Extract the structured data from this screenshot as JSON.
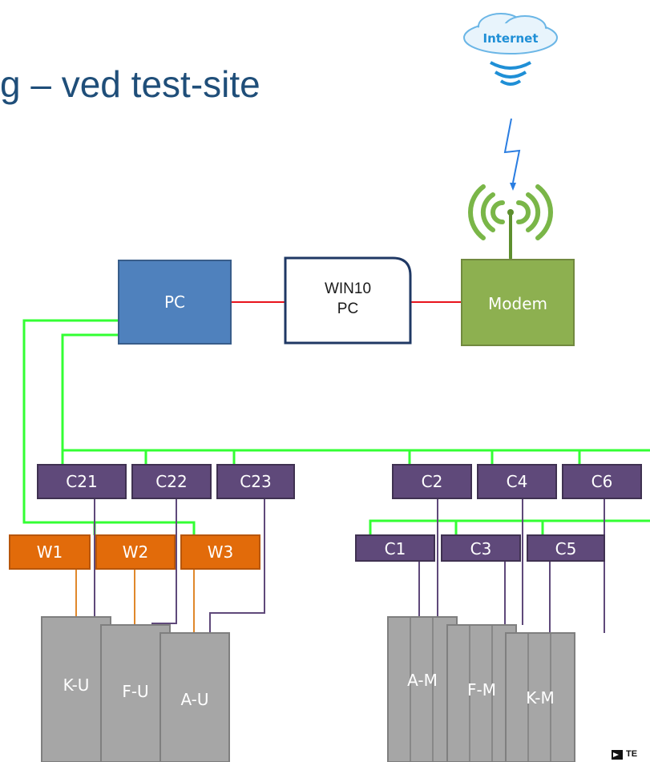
{
  "title": "g – ved test-site",
  "cloud_label": "Internet",
  "pc_label": "PC",
  "win10_label_1": "WIN10",
  "win10_label_2": "PC",
  "modem_label": "Modem",
  "controllers_top_left": [
    "C21",
    "C22",
    "C23"
  ],
  "controllers_top_right": [
    "C2",
    "C4",
    "C6"
  ],
  "controllers_bottom_right": [
    "C1",
    "C3",
    "C5"
  ],
  "wago_units": [
    "W1",
    "W2",
    "W3"
  ],
  "units_left": [
    "K-U",
    "F-U",
    "A-U"
  ],
  "units_right": [
    "A-M",
    "F-M",
    "K-M"
  ],
  "logo_text": "TE",
  "colors": {
    "title": "#1f4e79",
    "pc": "#4f81bd",
    "modem": "#8db050",
    "controller": "#5f497a",
    "wago": "#e26b0a",
    "unit": "#a6a6a6",
    "network_line": "#33ff33",
    "red_line": "#e8131c",
    "orange_line": "#e0882b"
  },
  "icons": [
    "internet-cloud-icon",
    "lightning-bolt-icon",
    "antenna-icon",
    "company-logo-icon"
  ]
}
